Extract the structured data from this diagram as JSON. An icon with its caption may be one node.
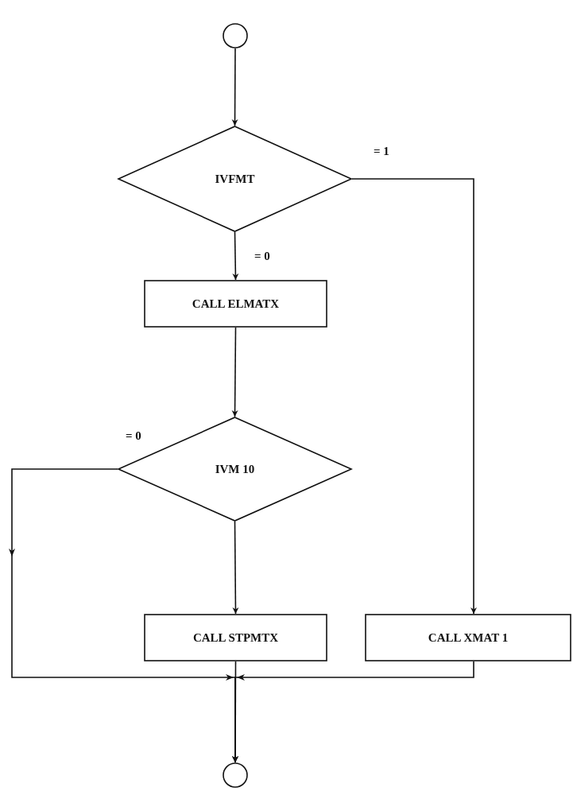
{
  "diagram": {
    "nodes": [
      {
        "text": [],
        "shape": "circle"
      },
      {
        "text": [
          "IVFMT"
        ]
      },
      {
        "text": [
          "CALL ELMATX"
        ]
      },
      {
        "text": [
          "IVM 10"
        ]
      },
      {
        "text": [
          "CALL STPMTX"
        ]
      },
      {
        "text": [
          "CALL XMAT 1"
        ]
      },
      {
        "text": [],
        "shape": "circle"
      }
    ],
    "edges": [
      {
        "from": 0,
        "to": 1,
        "arrow": "to"
      },
      {
        "from": 1,
        "to": 2,
        "arrow": "to",
        "label": "= 0"
      },
      {
        "from": 2,
        "to": 3,
        "arrow": "to"
      },
      {
        "from": 1,
        "to": 5,
        "arrow": "to",
        "label": "= 1"
      },
      {
        "from": 3,
        "to": 4,
        "arrow": "to"
      },
      {
        "from": 3,
        "to": 6,
        "arrow": "to",
        "label": "= 0"
      },
      {
        "from": 4,
        "to": 6,
        "arrow": "to"
      },
      {
        "from": 5,
        "to": 6,
        "arrow": "to"
      }
    ]
  }
}
